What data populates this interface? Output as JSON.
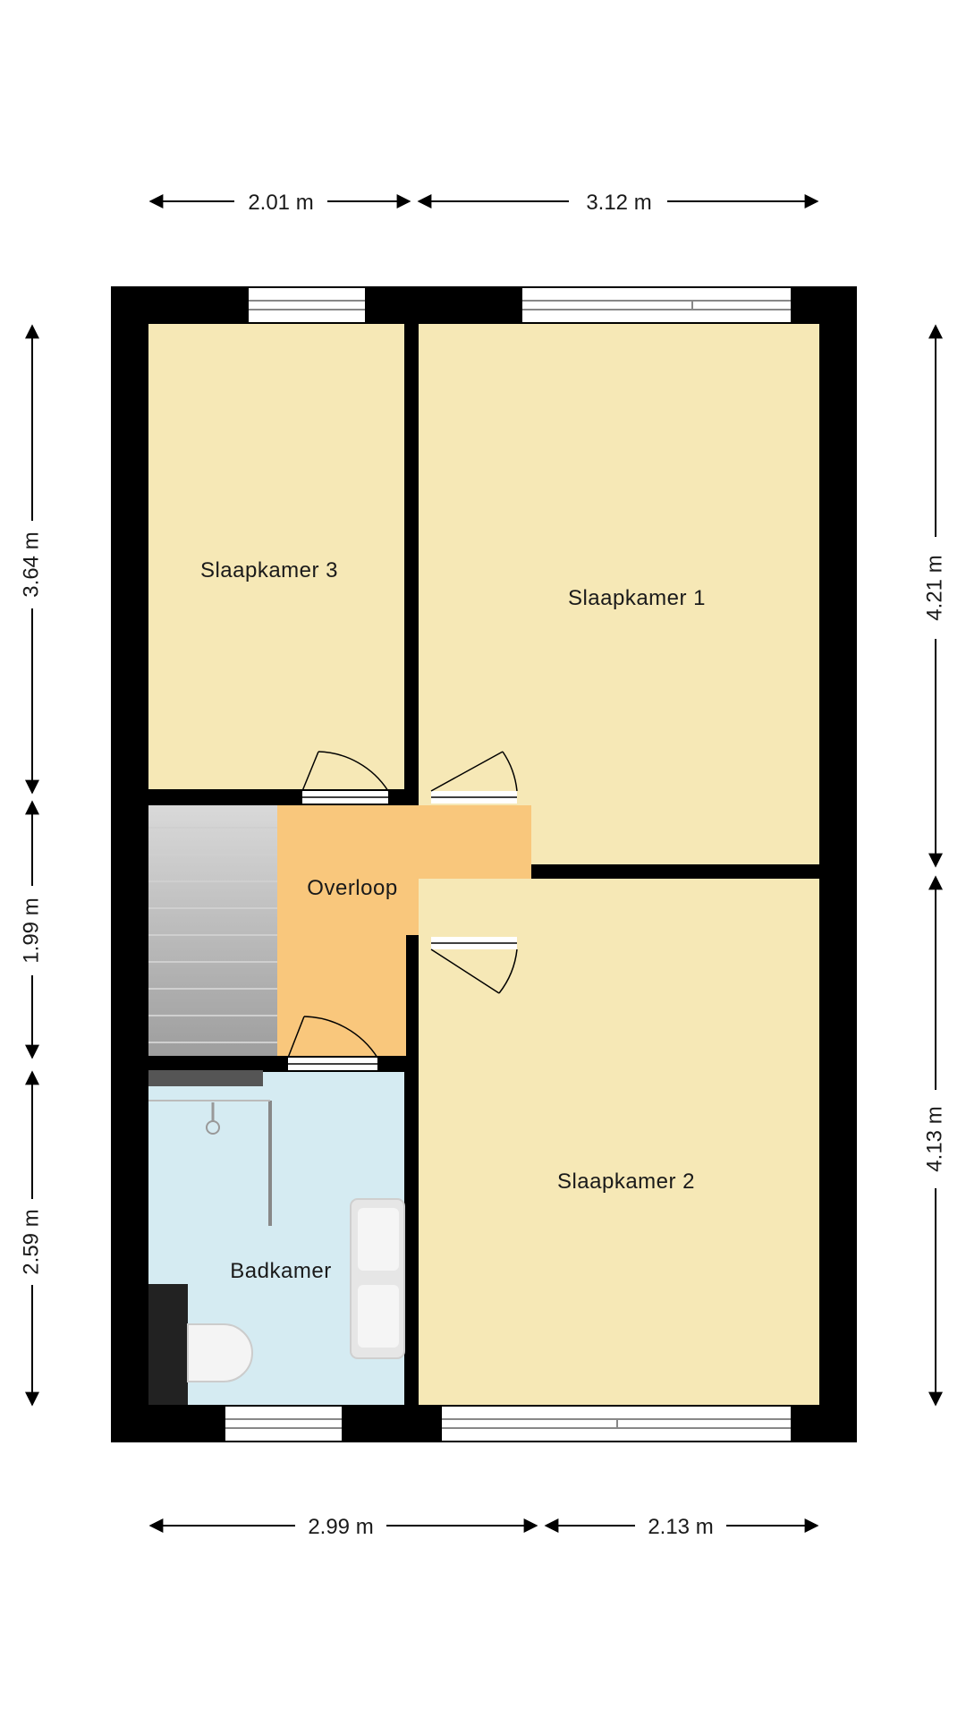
{
  "rooms": {
    "slaapkamer3": "Slaapkamer 3",
    "slaapkamer1": "Slaapkamer 1",
    "slaapkamer2": "Slaapkamer 2",
    "overloop": "Overloop",
    "badkamer": "Badkamer"
  },
  "dimensions": {
    "top_left": "2.01 m",
    "top_right": "3.12 m",
    "bottom_left": "2.99 m",
    "bottom_right": "2.13 m",
    "left_top": "3.64 m",
    "left_middle": "1.99 m",
    "left_bottom": "2.59 m",
    "right_top": "4.21 m",
    "right_bottom": "4.13 m"
  },
  "colors": {
    "wall": "#000000",
    "bedroom": "#f6e8b6",
    "landing": "#f9c77c",
    "bathroom": "#d5ebf2",
    "stairs": "#b5b5b5"
  }
}
